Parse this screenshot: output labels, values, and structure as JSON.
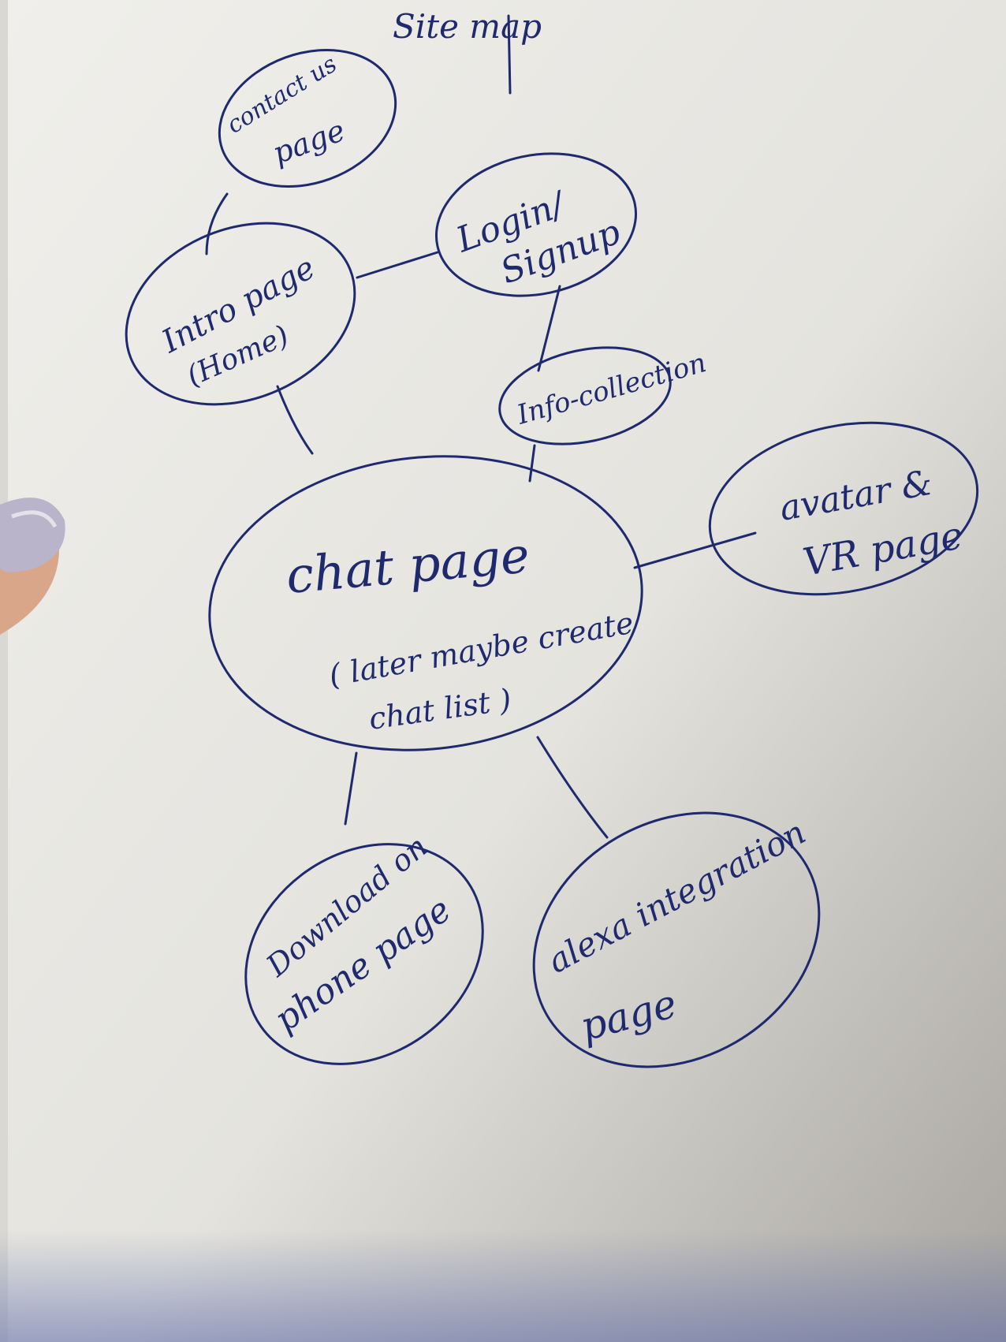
{
  "diagram": {
    "title": "Site map",
    "ink_color": "#1f2a6e",
    "paper_color": "#ecebe7",
    "nodes": [
      {
        "id": "contact",
        "lines": [
          "contact us",
          "page"
        ]
      },
      {
        "id": "login",
        "lines": [
          "Login/",
          "Signup"
        ]
      },
      {
        "id": "intro",
        "lines": [
          "Intro page",
          "(Home)"
        ]
      },
      {
        "id": "info",
        "lines": [
          "Info-collection"
        ]
      },
      {
        "id": "chat",
        "lines": [
          "chat page"
        ],
        "sub_lines": [
          "( later maybe create",
          "chat list )"
        ]
      },
      {
        "id": "avatar",
        "lines": [
          "avatar &",
          "VR page"
        ]
      },
      {
        "id": "download",
        "lines": [
          "Download on",
          "phone page"
        ]
      },
      {
        "id": "alexa",
        "lines": [
          "alexa integration",
          "page"
        ]
      }
    ],
    "edges": [
      [
        "intro",
        "contact"
      ],
      [
        "intro",
        "login"
      ],
      [
        "login",
        "info"
      ],
      [
        "info",
        "chat"
      ],
      [
        "intro",
        "chat"
      ],
      [
        "chat",
        "avatar"
      ],
      [
        "chat",
        "download"
      ],
      [
        "chat",
        "alexa"
      ]
    ]
  }
}
